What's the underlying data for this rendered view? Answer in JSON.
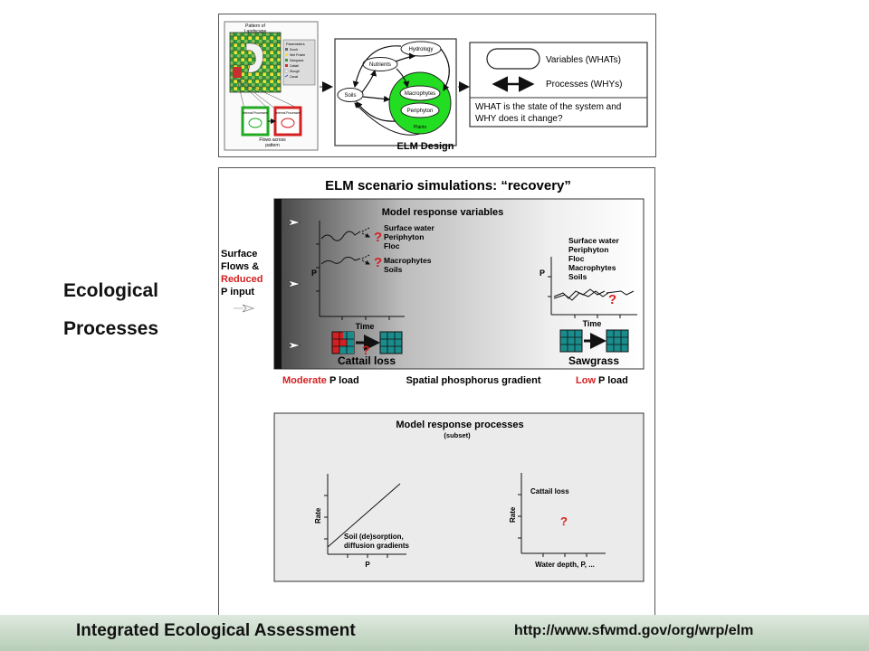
{
  "side_title": {
    "line1": "Ecological",
    "line2": "Processes"
  },
  "design_panel": {
    "landscape": {
      "title_line1": "Pattern of",
      "title_line2": "Landscape",
      "params_title": "Parameters",
      "params": [
        "Scrub",
        "Wet Prairie",
        "Sawgrass",
        "Cattail",
        "Slough",
        "Canal"
      ],
      "internal_label": "Internal Processes",
      "flows_line1": "Flows across",
      "flows_line2": "pattern"
    },
    "nodes": {
      "hydrology": "Hydrology",
      "nutrients": "Nutrients",
      "soils": "Soils",
      "macrophytes": "Macrophytes",
      "periphyton": "Periphyton",
      "plants": "Plants"
    },
    "legend": {
      "variables": "Variables (WHATs)",
      "processes": "Processes (WHYs)",
      "question_line1": "WHAT is the state of the system and",
      "question_line2": "WHY does it change?"
    },
    "caption": "ELM Design"
  },
  "scenario": {
    "title": "ELM scenario simulations: “recovery”",
    "input_label": {
      "line1": "Surface",
      "line2": "Flows &",
      "line3": "Reduced",
      "line4": "P input"
    },
    "variables_title": "Model response variables",
    "left_vars_top": [
      "Surface water",
      "Periphyton",
      "Floc"
    ],
    "left_vars_bottom": [
      "Macrophytes",
      "Soils"
    ],
    "right_vars": [
      "Surface water",
      "Periphyton",
      "Floc",
      "Macrophytes",
      "Soils"
    ],
    "axis_p": "P",
    "axis_time": "Time",
    "question_mark": "?",
    "cattail_loss": "Cattail loss",
    "sawgrass": "Sawgrass",
    "gradient": {
      "moderate": "Moderate",
      "p_load_left": " P load",
      "middle": "Spatial phosphorus gradient",
      "low": "Low",
      "p_load_right": " P load"
    },
    "processes_title": "Model response processes",
    "processes_subtitle": "(subset)",
    "rate_label": "Rate",
    "soil_label_line1": "Soil (de)sorption,",
    "soil_label_line2": "diffusion gradients",
    "x_label_left": "P",
    "cattail_loss_proc": "Cattail loss",
    "x_label_right": "Water depth, P, ..."
  },
  "footer": {
    "left": "Integrated Ecological Assessment",
    "right": "http://www.sfwmd.gov/org/wrp/elm"
  },
  "colors": {
    "red": "#d42020",
    "green": "#22cc22",
    "teal": "#1a8c8c",
    "footer_green": "#c8dac7"
  }
}
